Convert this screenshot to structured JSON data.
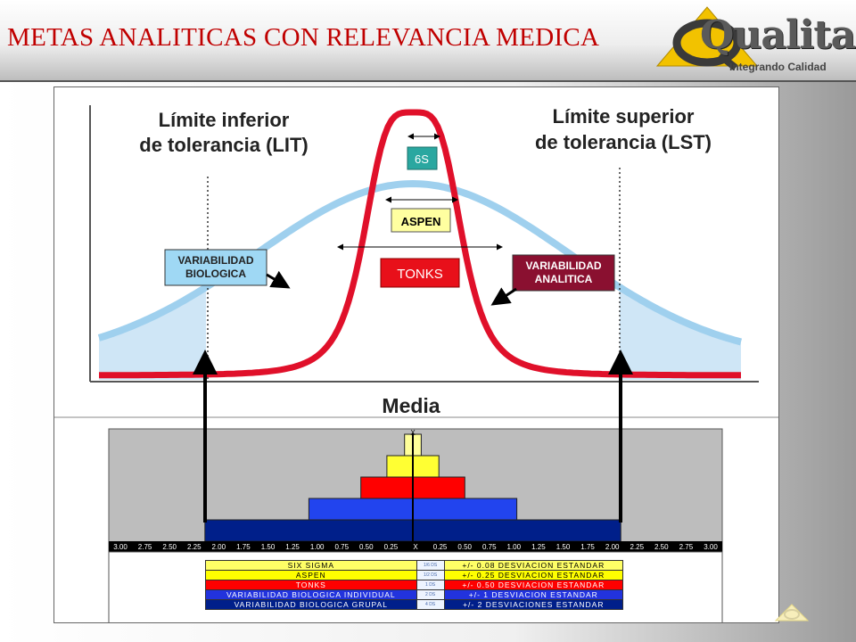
{
  "header": {
    "title": "METAS ANALITICAS CON RELEVANCIA MEDICA"
  },
  "logo": {
    "name": "Qualitat",
    "tagline": "Integrando Calidad"
  },
  "diagram": {
    "lit_line1": "Límite inferior",
    "lit_line2": "de tolerancia (LIT)",
    "lst_line1": "Límite superior",
    "lst_line2": "de tolerancia (LST)",
    "sixs": "6S",
    "aspen": "ASPEN",
    "tonks": "TONKS",
    "var_bio_line1": "VARIABILIDAD",
    "var_bio_line2": "BIOLOGICA",
    "var_ana_line1": "VARIABILIDAD",
    "var_ana_line2": "ANALITICA",
    "media": "Media"
  },
  "chart_data": {
    "type": "bar",
    "center_label": "X",
    "scale": [
      "3.00",
      "2.75",
      "2.50",
      "2.25",
      "2.00",
      "1.75",
      "1.50",
      "1.25",
      "1.00",
      "0.75",
      "0.50",
      "0.25",
      "X",
      "0.25",
      "0.50",
      "0.75",
      "1.00",
      "1.25",
      "1.50",
      "1.75",
      "2.00",
      "2.25",
      "2.50",
      "2.75",
      "3.00"
    ],
    "bars": [
      {
        "name": "SIX SIGMA",
        "half_width": 0.08,
        "color": "#ffff99"
      },
      {
        "name": "ASPEN",
        "half_width": 0.25,
        "color": "#ffff33"
      },
      {
        "name": "TONKS",
        "half_width": 0.5,
        "color": "#ff0000"
      },
      {
        "name": "VARIABILIDAD BIOLOGICA INDIVIDUAL",
        "half_width": 1.0,
        "color": "#2244ee"
      },
      {
        "name": "VARIABILIDAD BIOLOGICA GRUPAL",
        "half_width": 2.0,
        "color": "#001f8a"
      }
    ],
    "legend": [
      {
        "name": "SIX SIGMA",
        "mid": "1/6 DS",
        "desc": "+/- 0.08 DESVIACION ESTANDAR",
        "bg": "#ffff66",
        "fg": "#000000"
      },
      {
        "name": "ASPEN",
        "mid": "1/2 DS",
        "desc": "+/- 0.25 DESVIACION ESTANDAR",
        "bg": "#ffff00",
        "fg": "#000000"
      },
      {
        "name": "TONKS",
        "mid": "1 DS",
        "desc": "+/- 0.50 DESVIACION ESTANDAR",
        "bg": "#ff0000",
        "fg": "#ffffff"
      },
      {
        "name": "VARIABILIDAD BIOLOGICA INDIVIDUAL",
        "mid": "2 DS",
        "desc": "+/- 1 DESVIACION ESTANDAR",
        "bg": "#2233dd",
        "fg": "#ffffff"
      },
      {
        "name": "VARIABILIDAD BIOLOGICA GRUPAL",
        "mid": "4 DS",
        "desc": "+/- 2 DESVIACIONES ESTANDAR",
        "bg": "#001f8a",
        "fg": "#ffffff"
      }
    ]
  }
}
